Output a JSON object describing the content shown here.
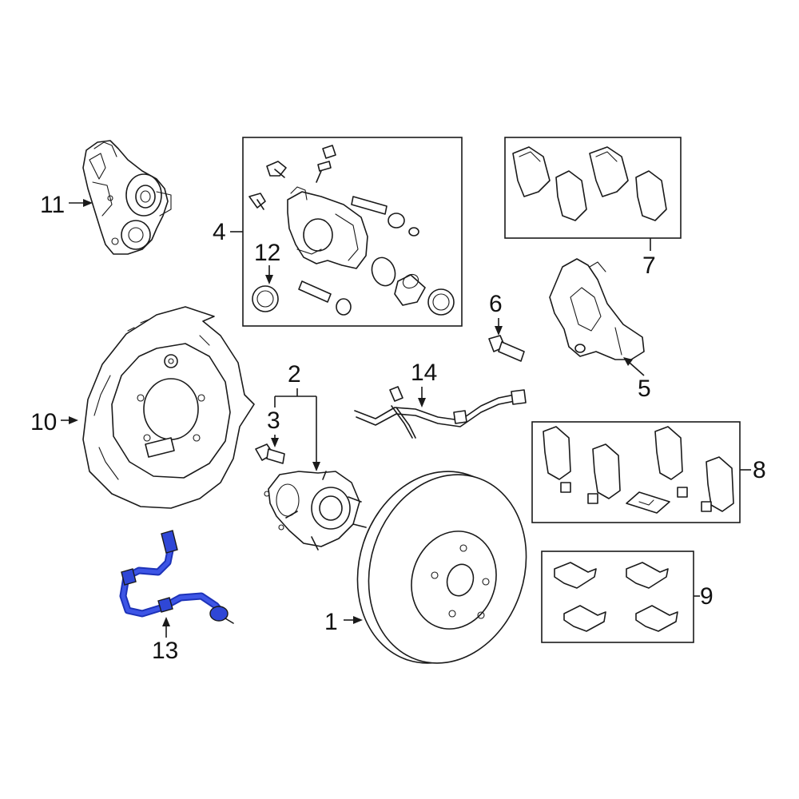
{
  "diagram": {
    "highlight_color": "#2f47d6",
    "line_color": "#1a1a1a",
    "callouts": [
      {
        "id": "1",
        "label": "1"
      },
      {
        "id": "2",
        "label": "2"
      },
      {
        "id": "3",
        "label": "3"
      },
      {
        "id": "4",
        "label": "4"
      },
      {
        "id": "5",
        "label": "5"
      },
      {
        "id": "6",
        "label": "6"
      },
      {
        "id": "7",
        "label": "7"
      },
      {
        "id": "8",
        "label": "8"
      },
      {
        "id": "9",
        "label": "9"
      },
      {
        "id": "10",
        "label": "10"
      },
      {
        "id": "11",
        "label": "11"
      },
      {
        "id": "12",
        "label": "12"
      },
      {
        "id": "13",
        "label": "13"
      },
      {
        "id": "14",
        "label": "14"
      }
    ]
  }
}
